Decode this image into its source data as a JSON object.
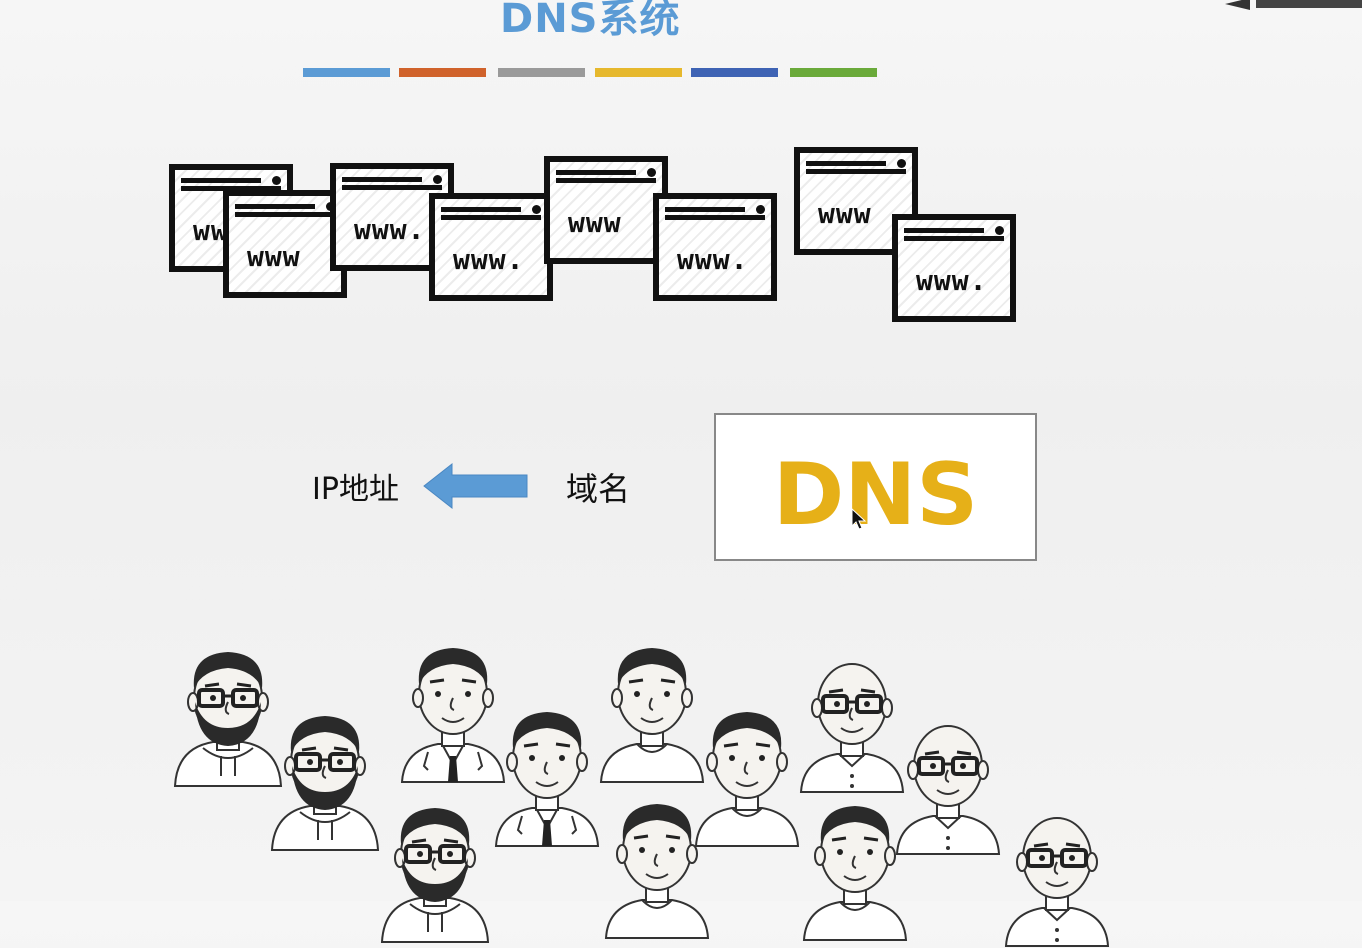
{
  "slide": {
    "title": "DNS系统",
    "logo": "logo-icon"
  },
  "color_bars": [
    {
      "color": "#5b9bd5"
    },
    {
      "color": "#d0622b"
    },
    {
      "color": "#9a9a9a"
    },
    {
      "color": "#e6b82d"
    },
    {
      "color": "#3e63b4"
    },
    {
      "color": "#6aaa3a"
    }
  ],
  "windows": [
    {
      "text": "www."
    },
    {
      "text": "www"
    },
    {
      "text": "www."
    },
    {
      "text": "www."
    },
    {
      "text": "www"
    },
    {
      "text": "www."
    },
    {
      "text": "www"
    },
    {
      "text": "www."
    }
  ],
  "diagram": {
    "ip_label": "IP地址",
    "domain_label": "域名",
    "arrow": "arrow-left-icon",
    "arrow_color": "#5b9bd5",
    "dns_box_label": "DNS",
    "dns_color": "#e6b018"
  },
  "people": [
    {
      "type": "beard-glasses"
    },
    {
      "type": "beard-glasses"
    },
    {
      "type": "beard-glasses"
    },
    {
      "type": "suit"
    },
    {
      "type": "suit"
    },
    {
      "type": "casual"
    },
    {
      "type": "casual"
    },
    {
      "type": "casual"
    },
    {
      "type": "casual"
    },
    {
      "type": "bald-glasses"
    },
    {
      "type": "bald-glasses"
    },
    {
      "type": "bald-glasses"
    }
  ]
}
